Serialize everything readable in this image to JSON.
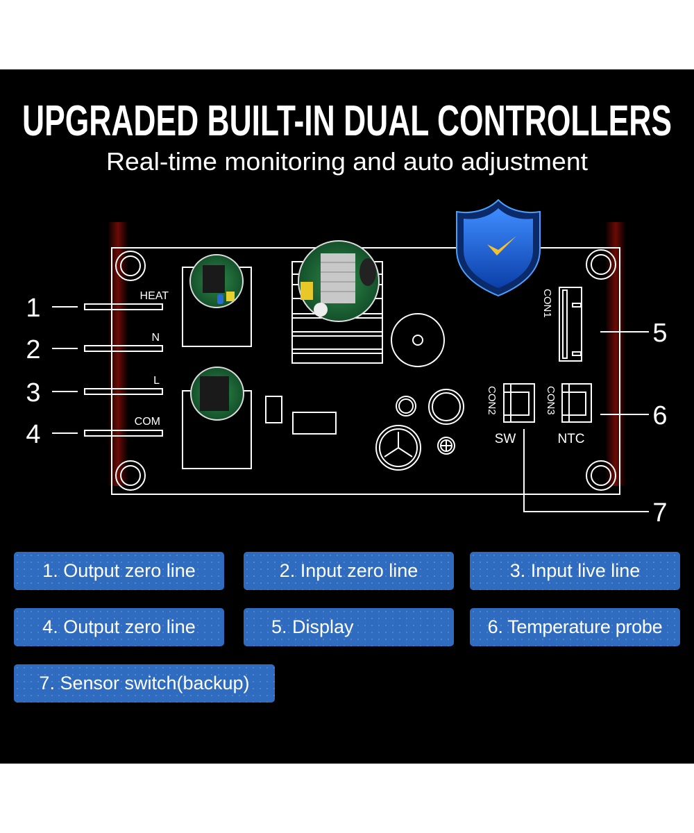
{
  "header": {
    "title": "UPGRADED BUILT-IN DUAL CONTROLLERS",
    "subtitle": "Real-time monitoring and auto adjustment"
  },
  "diagram": {
    "callout_numbers": [
      "1",
      "2",
      "3",
      "4",
      "5",
      "6",
      "7"
    ],
    "terminal_labels": [
      "HEAT",
      "N",
      "L",
      "COM"
    ],
    "connectors": {
      "con1": "CON1",
      "con2": "CON2",
      "con3": "CON3",
      "sw": "SW",
      "ntc": "NTC"
    },
    "shield_icon": "shield-check-icon",
    "colors": {
      "accent_blue": "#2f6cc0",
      "glow_red": "#c0140a",
      "shield_check": "#f2c230"
    }
  },
  "legend": [
    "1.  Output zero line",
    "2.  Input zero line",
    "3.  Input live line",
    "4.  Output zero line",
    "5.  Display",
    "6.  Temperature probe",
    "7.  Sensor switch(backup)"
  ]
}
